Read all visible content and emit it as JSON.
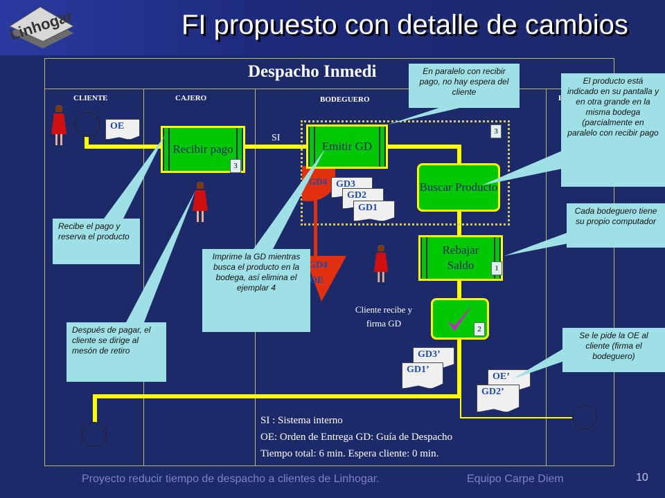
{
  "header": {
    "logo_text": "Linhogar",
    "title": "FI propuesto con detalle de cambios"
  },
  "diagram": {
    "subtitle": "Despacho Inmedi",
    "lanes": {
      "cliente": "CLIENTE",
      "cajero": "CAJERO",
      "bodeguero": "BODEGUERO",
      "right_partial": "F"
    },
    "steps": {
      "recibir_pago": "Recibir pago",
      "emitir_gd": "Emitir GD",
      "buscar_producto": "Buscar Producto",
      "rebajar_saldo": "Rebajar Saldo"
    },
    "step_times": {
      "recibir_pago": "3",
      "emitir_gd": "3",
      "rebajar_saldo": "1",
      "check": "2"
    },
    "flow_label_si": "SI",
    "documents": {
      "oe": "OE",
      "gd4": "GD4",
      "gd3": "GD3",
      "gd2": "GD2",
      "gd1": "GD1",
      "gd4_triangle": "GD4",
      "oe_triangle": "OE",
      "gd3p": "GD3’",
      "gd1p": "GD1’",
      "oep": "OE’",
      "gd2p": "GD2’"
    },
    "cliente_recibe": "Cliente recibe y firma GD",
    "callouts": {
      "paralelo": "En paralelo con recibir pago, no hay espera del cliente",
      "producto_indicado": "El producto está indicado en su pantalla y en otra grande en la misma bodega (parcialmente en paralelo con recibir pago",
      "cada_bodeguero": "Cada bodeguero tiene su propio computador",
      "recibe_pago": "Recibe el pago y reserva el producto",
      "imprime_gd": "Imprime la GD mientras busca el producto en la bodega, así elimina el ejemplar 4",
      "despues_pagar": "Después de pagar, el cliente se dirige al mesón de retiro",
      "oe_cliente": "Se le pide la OE al cliente (firma el bodeguero)"
    },
    "legend": [
      "SI : Sistema interno",
      "OE: Orden de Entrega   GD: Guía de Despacho",
      "Tiempo total: 6 min.  Espera cliente: 0 min."
    ],
    "colors": {
      "background": "#1d2a6a",
      "process_fill": "#00c800",
      "flow_line": "#ffff00",
      "callout": "#9fe0e6",
      "eliminated_step": "#e03010"
    }
  },
  "footer": {
    "project": "Proyecto reducir tiempo de despacho a clientes de Linhogar.",
    "team": "Equipo Carpe Diem",
    "page_number": "10"
  }
}
